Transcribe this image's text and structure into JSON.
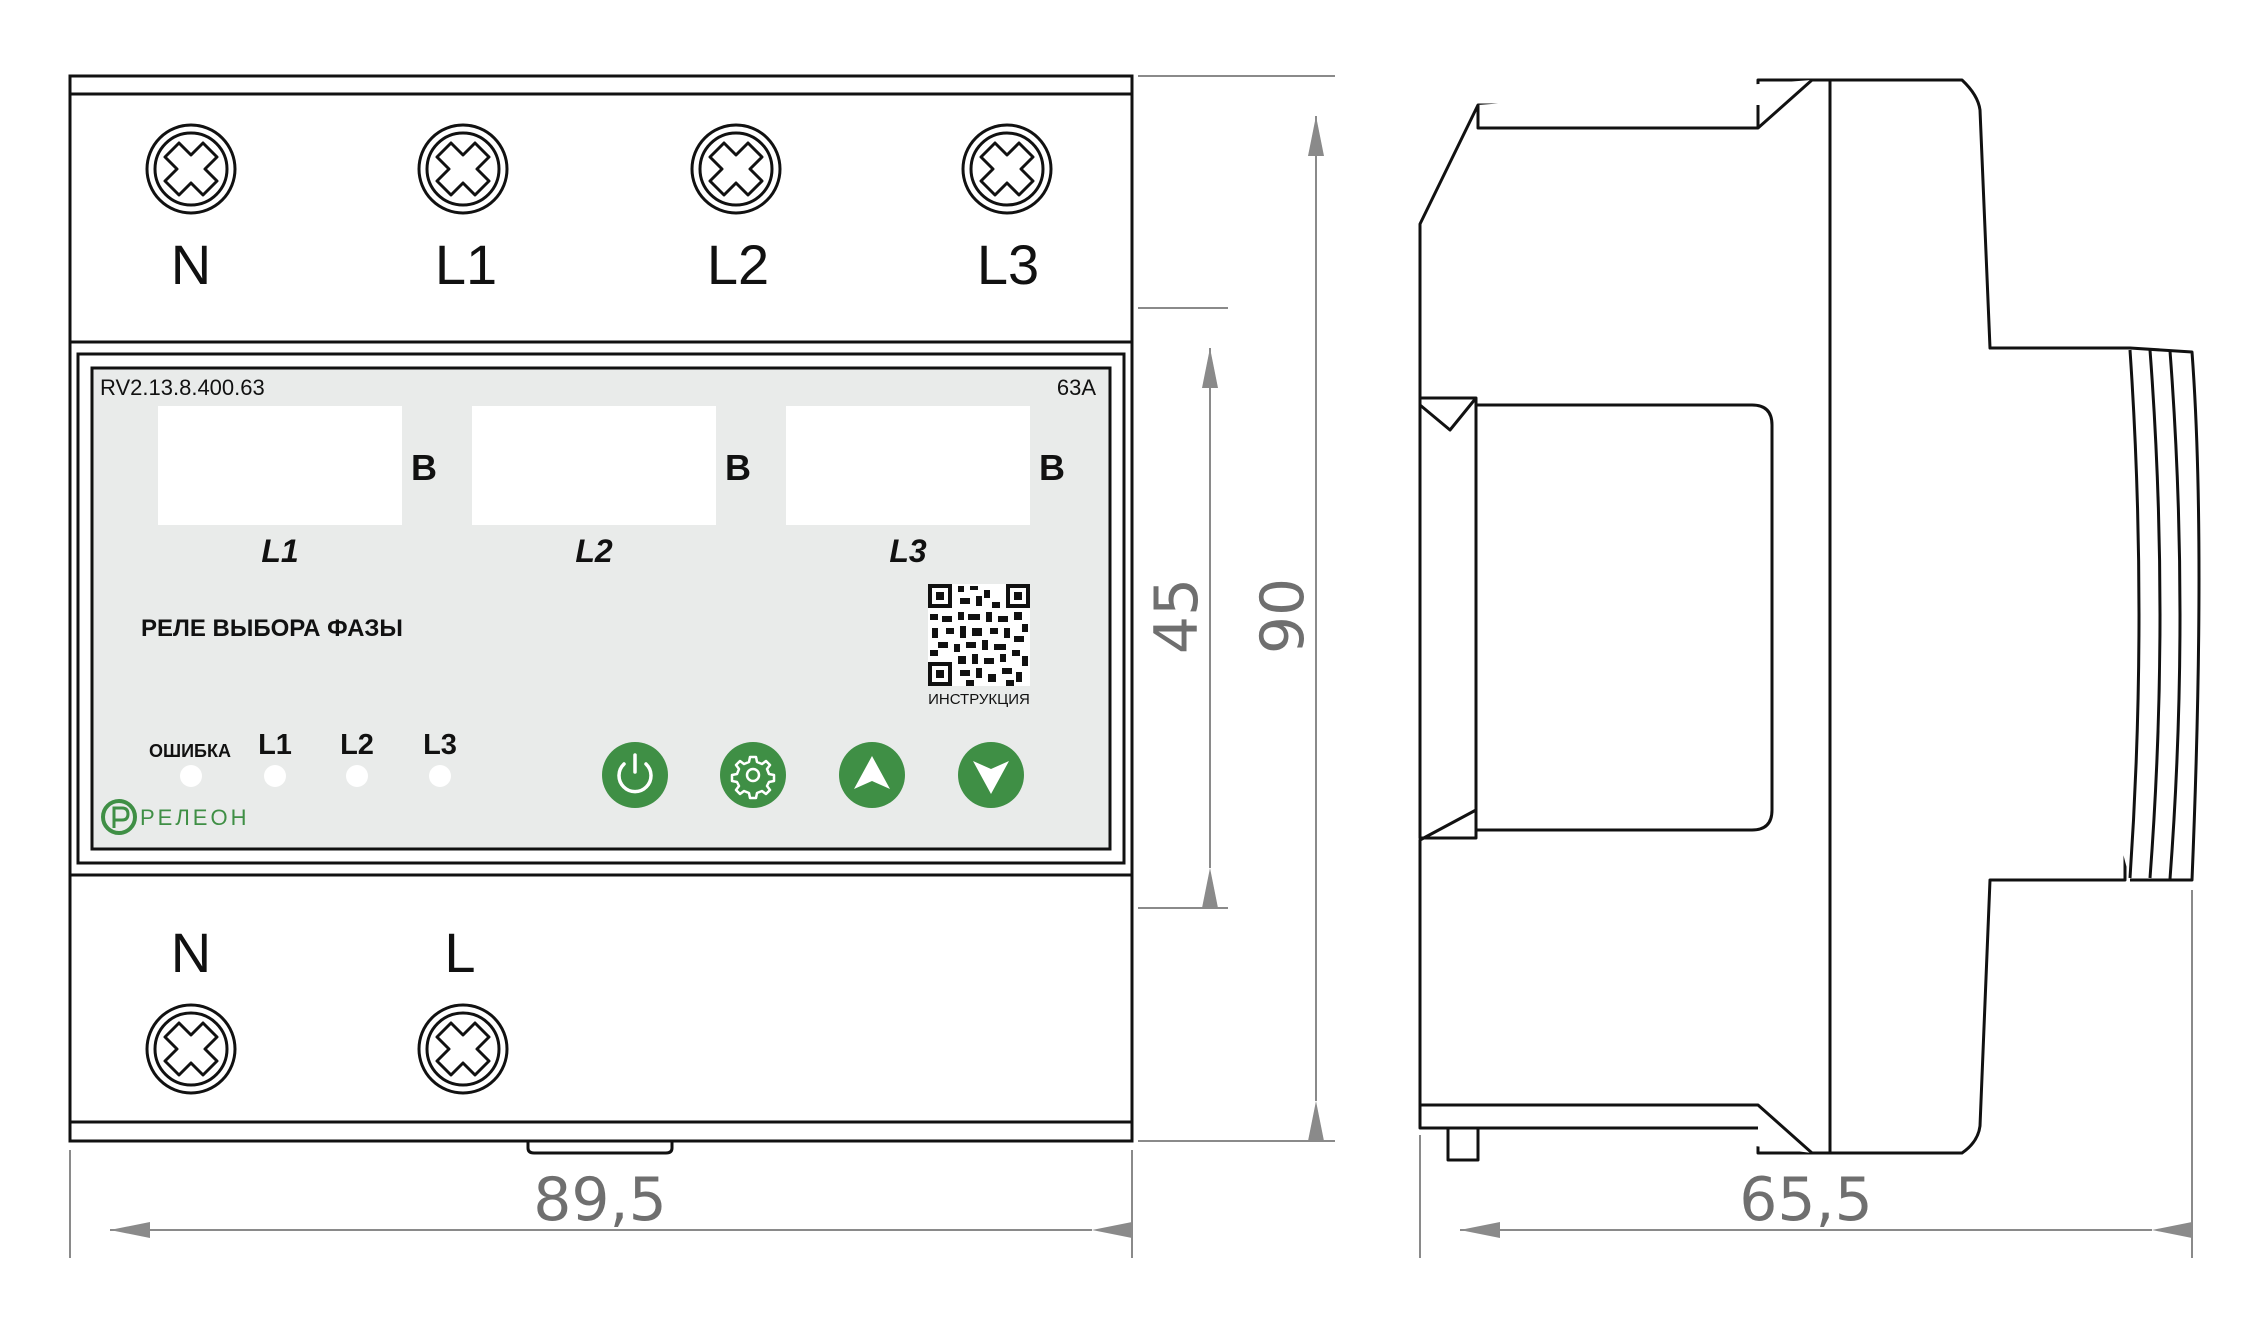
{
  "front_view": {
    "top_terminals": [
      "N",
      "L1",
      "L2",
      "L3"
    ],
    "bottom_terminals": [
      "N",
      "L"
    ],
    "panel": {
      "model": "RV2.13.8.400.63",
      "rating": "63A",
      "unit": "В",
      "phase_labels": [
        "L1",
        "L2",
        "L3"
      ],
      "title": "РЕЛЕ ВЫБОРА ФАЗЫ",
      "qr_caption": "ИНСТРУКЦИЯ",
      "indicators": [
        "ОШИБКА",
        "L1",
        "L2",
        "L3"
      ],
      "brand": "РЕЛЕОН",
      "buttons": [
        "power-icon",
        "gear-icon",
        "arrow-up-icon",
        "arrow-down-icon"
      ],
      "accent_color": "#3f8f45",
      "panel_color": "#e9ebea"
    }
  },
  "dimensions": {
    "width_front": "89,5",
    "height_total": "90",
    "height_window": "45",
    "depth_side": "65,5"
  }
}
